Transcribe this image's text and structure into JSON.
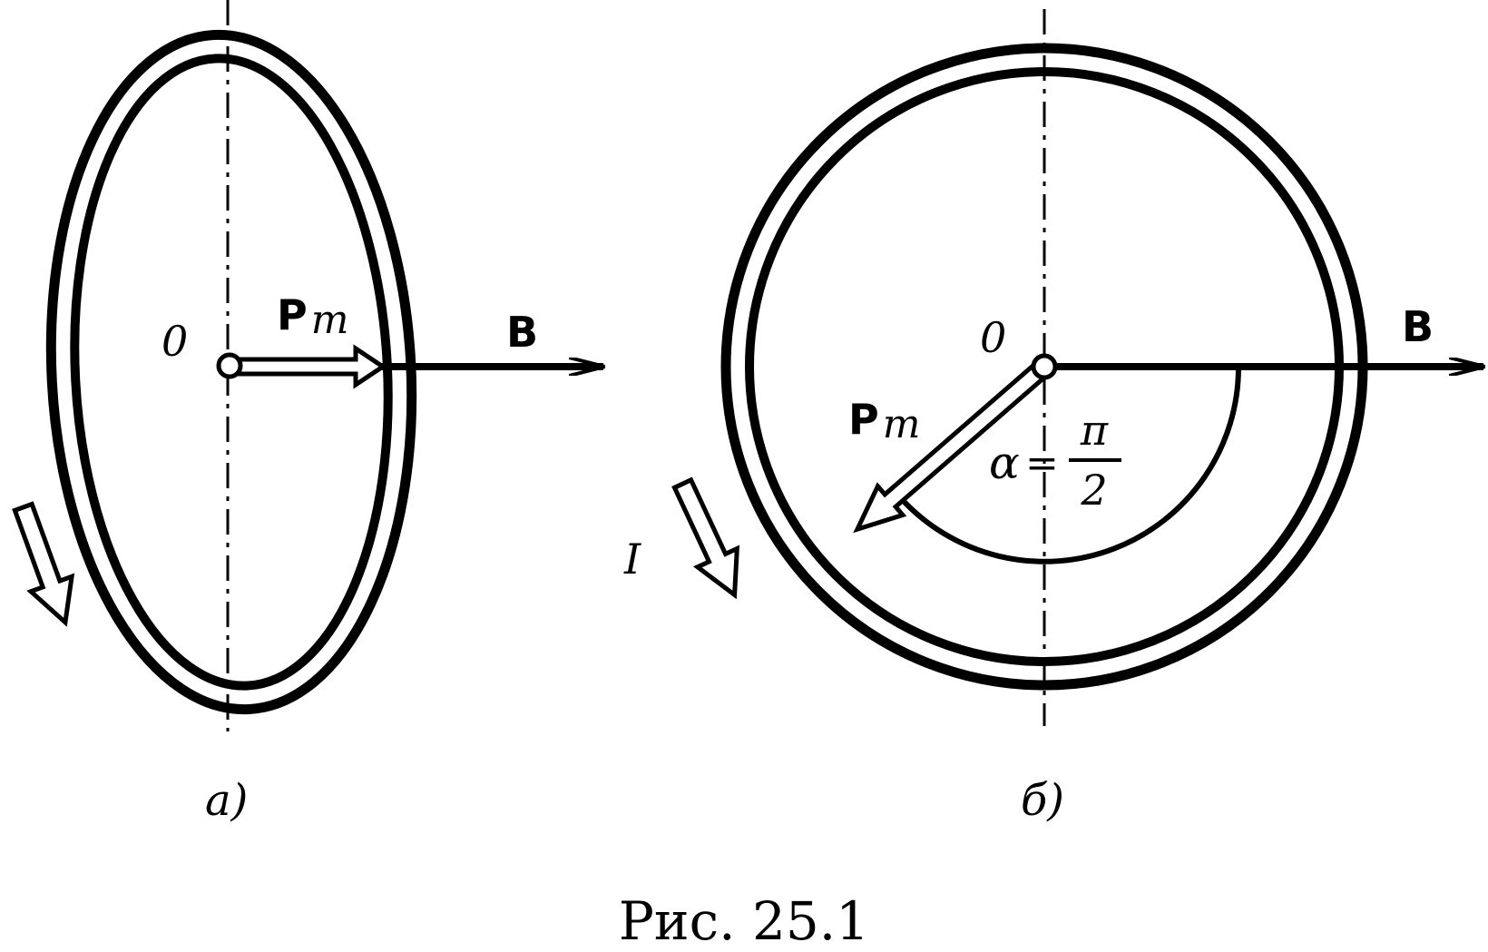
{
  "colors": {
    "ink": "#000000",
    "paper": "#ffffff"
  },
  "panel_a": {
    "label": "а)",
    "origin": "0",
    "moment": {
      "letter": "P",
      "subscript": "m"
    },
    "field": "B"
  },
  "panel_b": {
    "label": "б)",
    "origin": "0",
    "moment": {
      "letter": "P",
      "subscript": "m"
    },
    "field": "B",
    "current": "I",
    "angle": {
      "symbol": "α",
      "equals": "=",
      "numerator": "π",
      "denominator": "2"
    }
  },
  "caption": "Рис. 25.1"
}
